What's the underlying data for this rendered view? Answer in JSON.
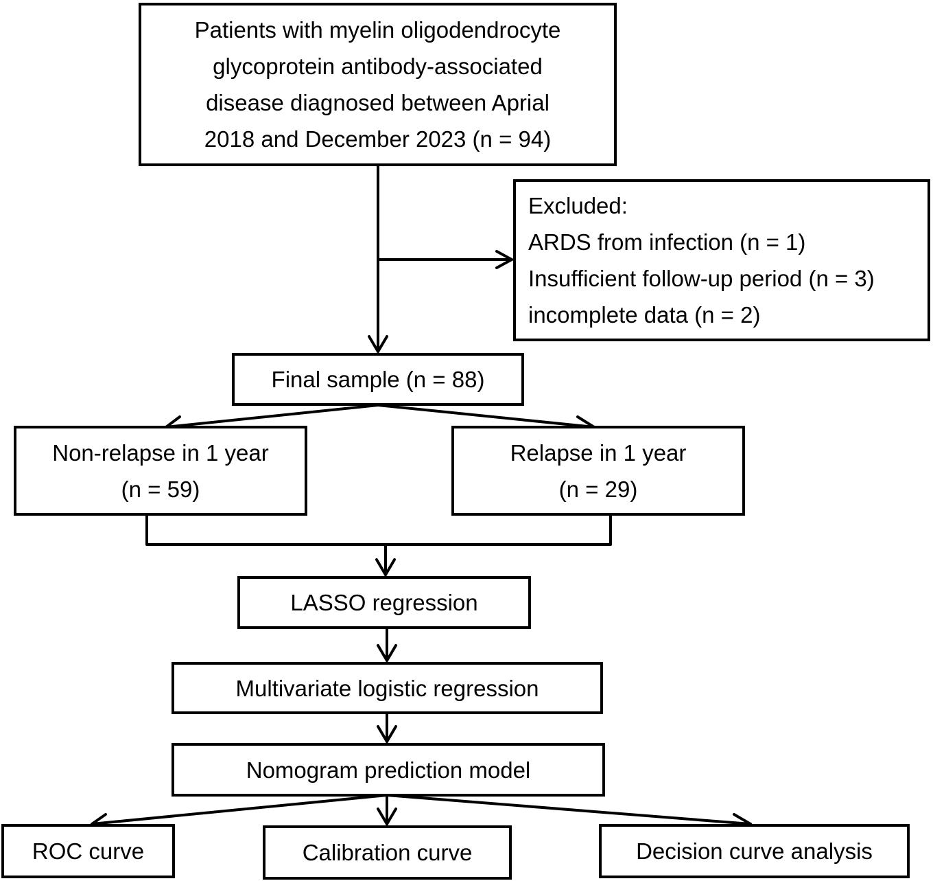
{
  "boxes": {
    "patients": {
      "lines": [
        "Patients with myelin oligodendrocyte",
        "glycoprotein antibody-associated",
        "disease diagnosed between Aprial",
        "2018 and December 2023 (n = 94)"
      ]
    },
    "excluded": {
      "lines": [
        "Excluded:",
        "ARDS from infection (n = 1)",
        "Insufficient follow-up period (n = 3)",
        "incomplete data (n = 2)"
      ]
    },
    "final_sample": {
      "text": "Final sample (n = 88)"
    },
    "non_relapse": {
      "lines": [
        "Non-relapse in 1 year",
        "(n = 59)"
      ]
    },
    "relapse": {
      "lines": [
        "Relapse in 1 year",
        "(n = 29)"
      ]
    },
    "lasso": {
      "text": "LASSO regression"
    },
    "multivariate": {
      "text": "Multivariate logistic regression"
    },
    "nomogram": {
      "text": "Nomogram prediction model"
    },
    "roc": {
      "text": "ROC curve"
    },
    "calibration": {
      "text": "Calibration curve"
    },
    "decision": {
      "text": "Decision curve analysis"
    }
  },
  "colors": {
    "stroke": "#000000",
    "background": "#ffffff"
  }
}
